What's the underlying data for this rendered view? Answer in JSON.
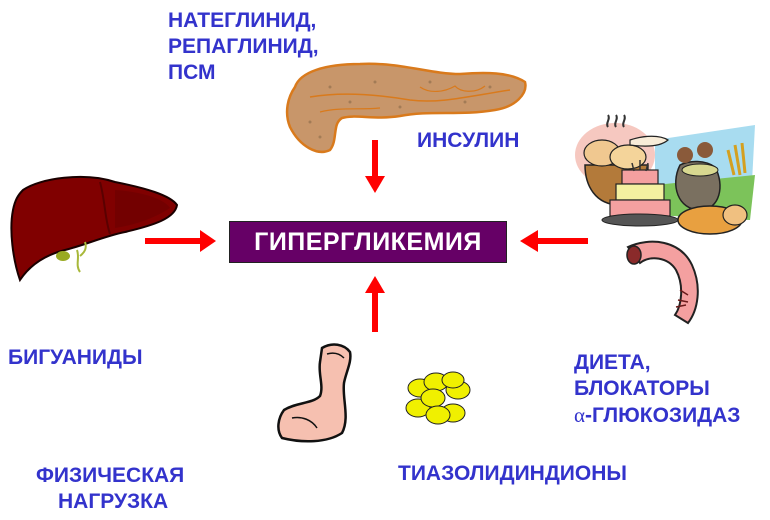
{
  "diagram": {
    "center": {
      "label": "ГИПЕРГЛИКЕМИЯ",
      "bg_color": "#660066",
      "text_color": "#ffffff"
    },
    "text_color": "#3333cc",
    "arrow_color": "#ff0000",
    "labels": {
      "top_left_line1": "НАТЕГЛИНИД,",
      "top_left_line2": "РЕПАГЛИНИД,",
      "top_left_line3": "ПСМ",
      "insulin": "ИНСУЛИН",
      "biguanides": "БИГУАНИДЫ",
      "diet_line1": "ДИЕТА,",
      "diet_line2": "БЛОКАТОРЫ",
      "diet_alpha": "α",
      "diet_line3": "-ГЛЮКОЗИДАЗ",
      "exercise_line1": "ФИЗИЧЕСКАЯ",
      "exercise_line2": "НАГРУЗКА",
      "tzd": "ТИАЗОЛИДИНДИОНЫ"
    },
    "images": [
      "pancreas-icon",
      "liver-icon",
      "food-icon",
      "intestine-icon",
      "muscle-arm-icon",
      "fat-cells-icon"
    ],
    "arrows": [
      {
        "from": "pancreas",
        "direction": "down"
      },
      {
        "from": "liver",
        "direction": "right"
      },
      {
        "from": "food-intestine",
        "direction": "left"
      },
      {
        "from": "muscle-fat",
        "direction": "up"
      }
    ]
  }
}
